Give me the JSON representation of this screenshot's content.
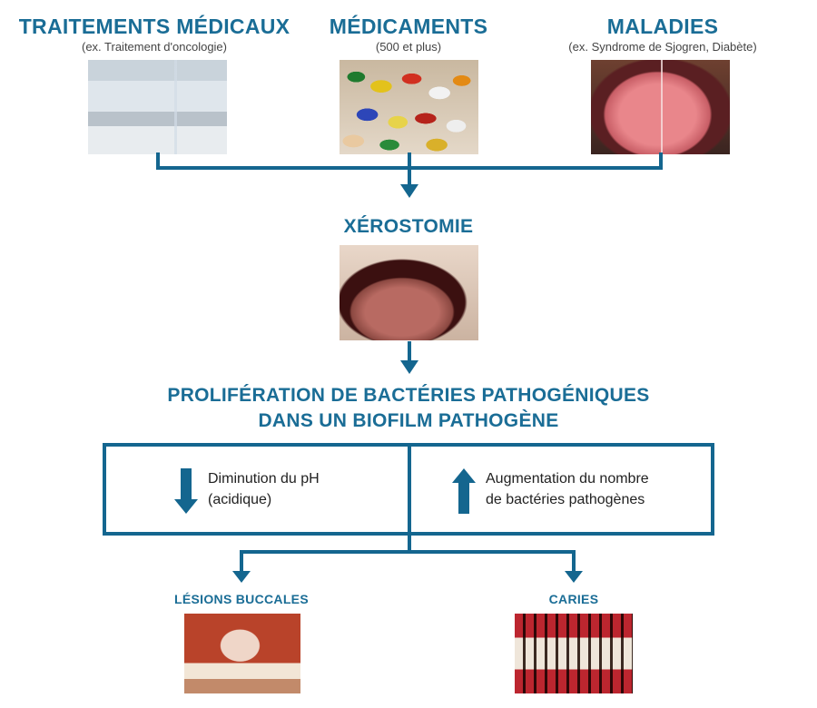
{
  "causes": [
    {
      "title": "TRAITEMENTS MÉDICAUX",
      "subtitle": "(ex. Traitement d'oncologie)"
    },
    {
      "title": "MÉDICAMENTS",
      "subtitle": "(500 et plus)"
    },
    {
      "title": "MALADIES",
      "subtitle": "(ex. Syndrome de Sjogren, Diabète)"
    }
  ],
  "xerostomia": {
    "title": "XÉROSTOMIE"
  },
  "proliferation": {
    "line1": "PROLIFÉRATION DE BACTÉRIES PATHOGÉNIQUES",
    "line2": "DANS UN BIOFILM PATHOGÈNE"
  },
  "effects": {
    "left": {
      "line1": "Diminution du pH",
      "line2": "(acidique)"
    },
    "right": {
      "line1": "Augmentation du nombre",
      "line2": "de bactéries pathogènes"
    }
  },
  "outcomes": [
    {
      "title": "LÉSIONS BUCCALES"
    },
    {
      "title": "CARIES"
    }
  ],
  "colors": {
    "accent": "#1a6d96",
    "line": "#14668f"
  }
}
